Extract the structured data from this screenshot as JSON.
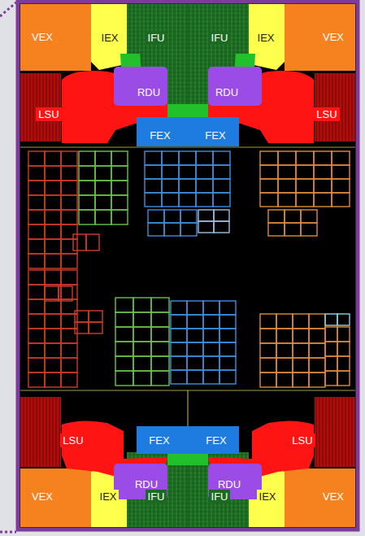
{
  "diagram": {
    "nodes": [
      {
        "text": [
          "VEX"
        ]
      },
      {
        "text": [
          "IEX"
        ]
      },
      {
        "text": [
          "IFU"
        ]
      },
      {
        "text": [
          "IFU"
        ]
      },
      {
        "text": [
          "IEX"
        ]
      },
      {
        "text": [
          "VEX"
        ]
      },
      {
        "text": [
          "RDU"
        ]
      },
      {
        "text": [
          "RDU"
        ]
      },
      {
        "text": [
          "LSU"
        ]
      },
      {
        "text": [
          "FEX"
        ]
      },
      {
        "text": [
          "FEX"
        ]
      },
      {
        "text": [
          "LSU"
        ]
      },
      {
        "text": [
          "LSU"
        ]
      },
      {
        "text": [
          "FEX"
        ]
      },
      {
        "text": [
          "FEX"
        ]
      },
      {
        "text": [
          "LSU"
        ]
      },
      {
        "text": [
          "RDU"
        ]
      },
      {
        "text": [
          "RDU"
        ]
      },
      {
        "text": [
          "VEX"
        ]
      },
      {
        "text": [
          "IEX"
        ]
      },
      {
        "text": [
          "IFU"
        ]
      },
      {
        "text": [
          "IFU"
        ]
      },
      {
        "text": [
          "IEX"
        ]
      },
      {
        "text": [
          "VEX"
        ]
      }
    ]
  }
}
